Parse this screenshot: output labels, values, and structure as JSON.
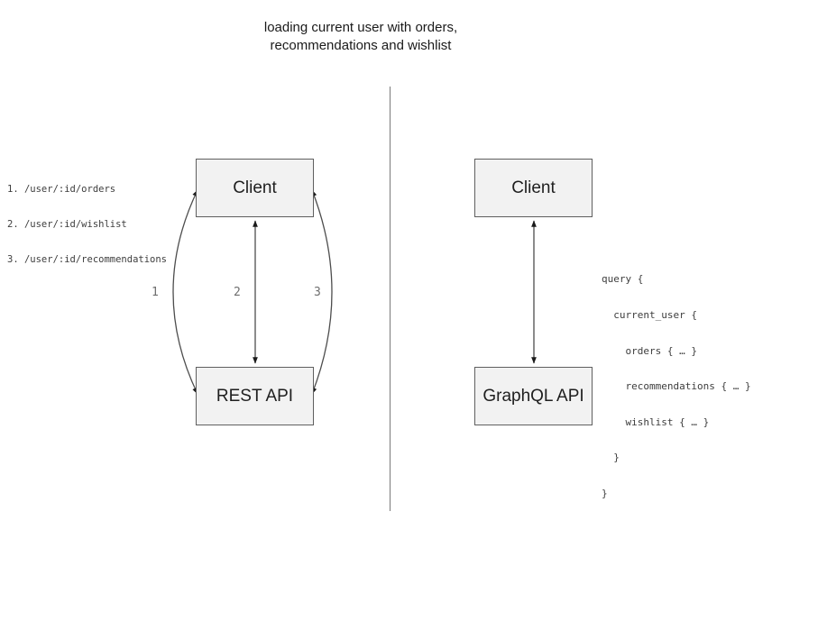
{
  "title": {
    "line1": "loading current user with orders,",
    "line2": "recommendations and wishlist"
  },
  "rest_panel": {
    "endpoints": [
      "1. /user/:id/orders",
      "2. /user/:id/wishlist",
      "3. /user/:id/recommendations"
    ],
    "client_label": "Client",
    "api_label": "REST API",
    "arrow_labels": [
      "1",
      "2",
      "3"
    ]
  },
  "graphql_panel": {
    "client_label": "Client",
    "api_label": "GraphQL API",
    "query_lines": [
      "query {",
      "  current_user {",
      "    orders { … }",
      "    recommendations { … }",
      "    wishlist { … }",
      "  }",
      "}"
    ]
  },
  "colors": {
    "box_fill": "#f2f2f2",
    "box_border": "#5f5f5f",
    "arrow_stroke": "#4d4d4d",
    "arrowhead": "#1a1a1a",
    "divider": "#7a7a7a",
    "muted_text": "#6e6e6e",
    "code_text": "#3d3d3d"
  }
}
